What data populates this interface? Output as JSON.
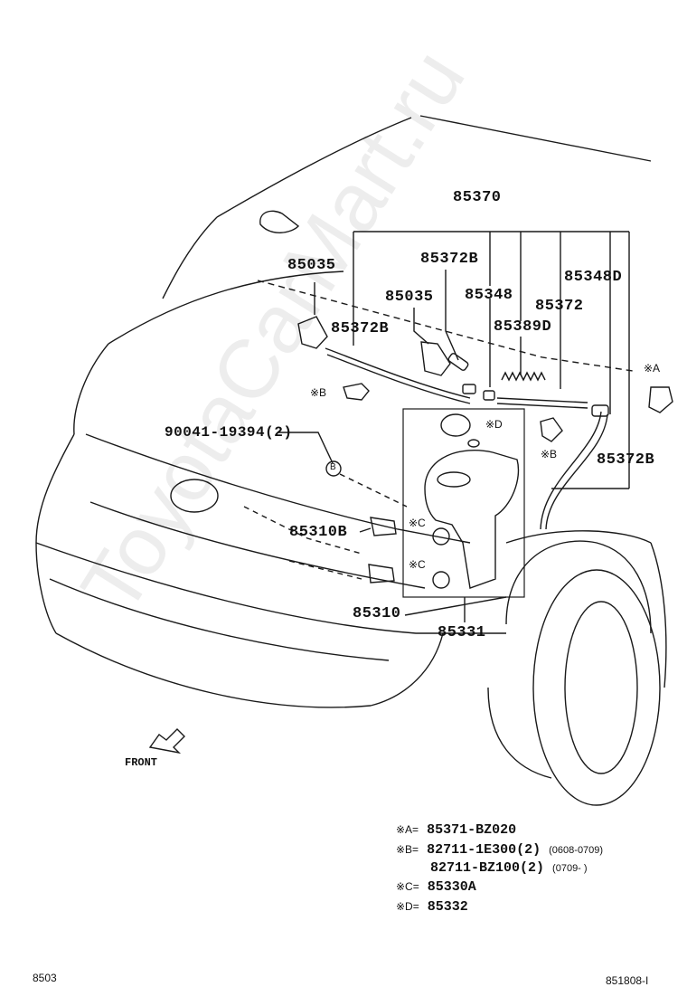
{
  "labels": {
    "p85370": "85370",
    "p85035_left": "85035",
    "p85372b_top": "85372B",
    "p85035_mid": "85035",
    "p85348": "85348",
    "p85372": "85372",
    "p85348d": "85348D",
    "p85372b_left": "85372B",
    "p85389d": "85389D",
    "ref_a": "※A",
    "ref_b_left": "※B",
    "ref_d": "※D",
    "ref_b_right": "※B",
    "p90041": "90041-19394(2)",
    "circle_b": "B",
    "p85372b_right": "85372B",
    "ref_c_top": "※C",
    "p85310b": "85310B",
    "ref_c_bot": "※C",
    "p85310": "85310",
    "p85331": "85331",
    "front": "FRONT"
  },
  "legend": [
    {
      "key": "※A=",
      "part": "85371-BZ020",
      "range": ""
    },
    {
      "key": "※B=",
      "part": "82711-1E300(2)",
      "range": "(0608-0709)"
    },
    {
      "key": "",
      "part": "82711-BZ100(2)",
      "range": "(0709-        )"
    },
    {
      "key": "※C=",
      "part": "85330A",
      "range": ""
    },
    {
      "key": "※D=",
      "part": "85332",
      "range": ""
    }
  ],
  "footer": {
    "left_code": "8503",
    "right_code": "851808-I"
  },
  "watermark": "ToyotaCarMart.ru"
}
